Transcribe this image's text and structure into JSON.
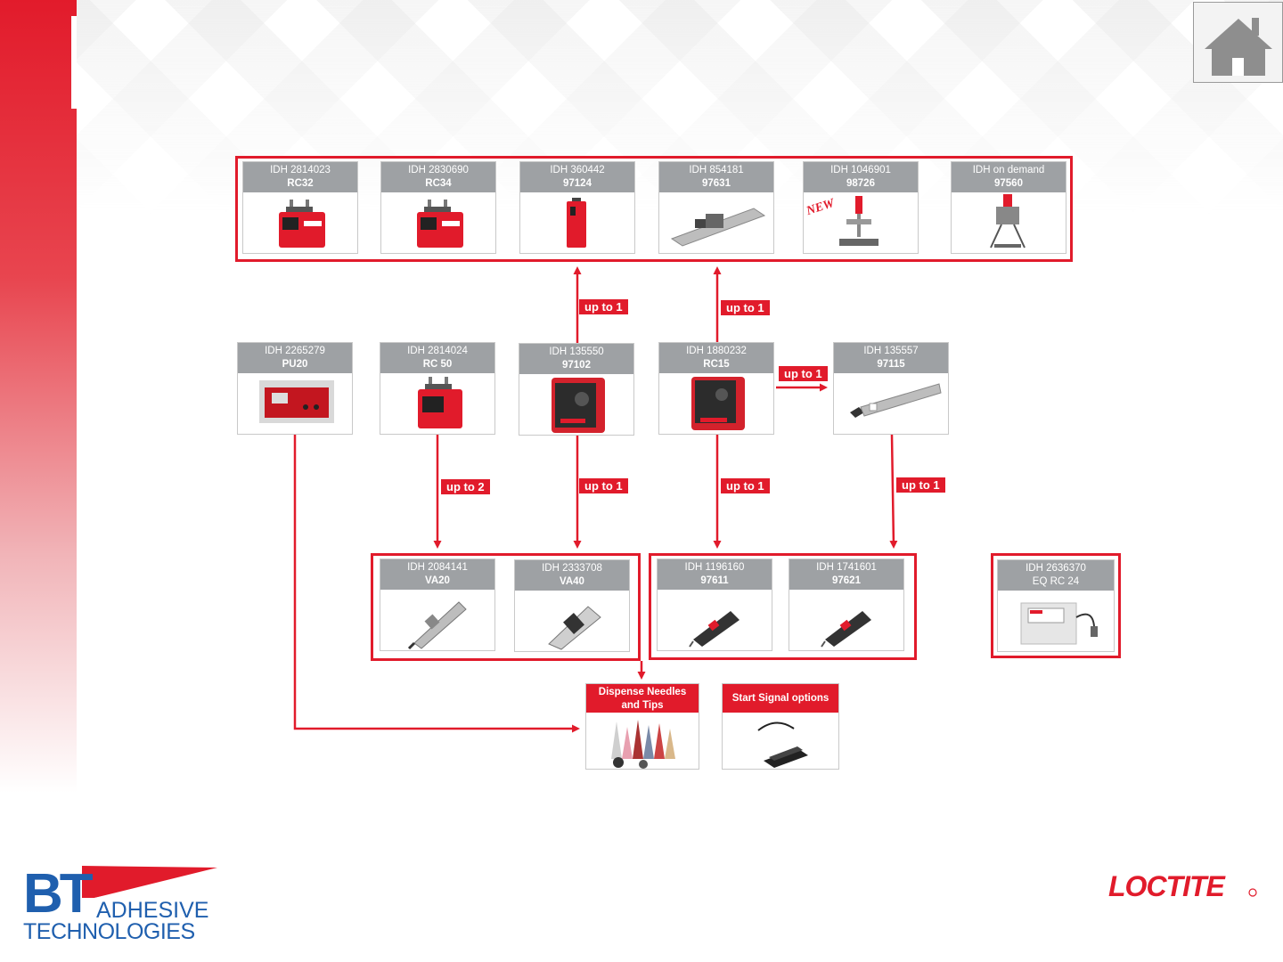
{
  "home_button": {
    "icon": "home-icon"
  },
  "badge_label_1": "up to 1",
  "badge_label_2": "up to 2",
  "top_row": [
    {
      "idh": "IDH 2814023",
      "model": "RC32"
    },
    {
      "idh": "IDH 2830690",
      "model": "RC34"
    },
    {
      "idh": "IDH 360442",
      "model": "97124"
    },
    {
      "idh": "IDH 854181",
      "model": "97631"
    },
    {
      "idh": "IDH 1046901",
      "model": "98726",
      "tag": "NEW"
    },
    {
      "idh": "IDH on demand",
      "model": "97560"
    }
  ],
  "controllers": [
    {
      "idh": "IDH 2265279",
      "model": "PU20"
    },
    {
      "idh": "IDH 2814024",
      "model": "RC 50"
    },
    {
      "idh": "IDH 135550",
      "model": "97102"
    },
    {
      "idh": "IDH 1880232",
      "model": "RC15"
    },
    {
      "idh": "IDH 135557",
      "model": "97115"
    }
  ],
  "valves_left": [
    {
      "idh": "IDH 2084141",
      "model": "VA20"
    },
    {
      "idh": "IDH 2333708",
      "model": "VA40"
    }
  ],
  "valves_right": [
    {
      "idh": "IDH 1196160",
      "model": "97611"
    },
    {
      "idh": "IDH 1741601",
      "model": "97621"
    }
  ],
  "standalone": {
    "idh": "IDH 2636370",
    "model": "EQ RC 24"
  },
  "accessories": {
    "needles": "Dispense Needles and Tips",
    "signal": "Start Signal options"
  },
  "logos": {
    "bt_letters": "BT",
    "bt_line1": "ADHESIVE",
    "bt_line2": "TECHNOLOGIES",
    "loctite": "LOCTITE"
  },
  "colors": {
    "accent": "#e11b2b",
    "header_gray": "#9ea1a4",
    "bt_blue": "#1f5fae"
  }
}
